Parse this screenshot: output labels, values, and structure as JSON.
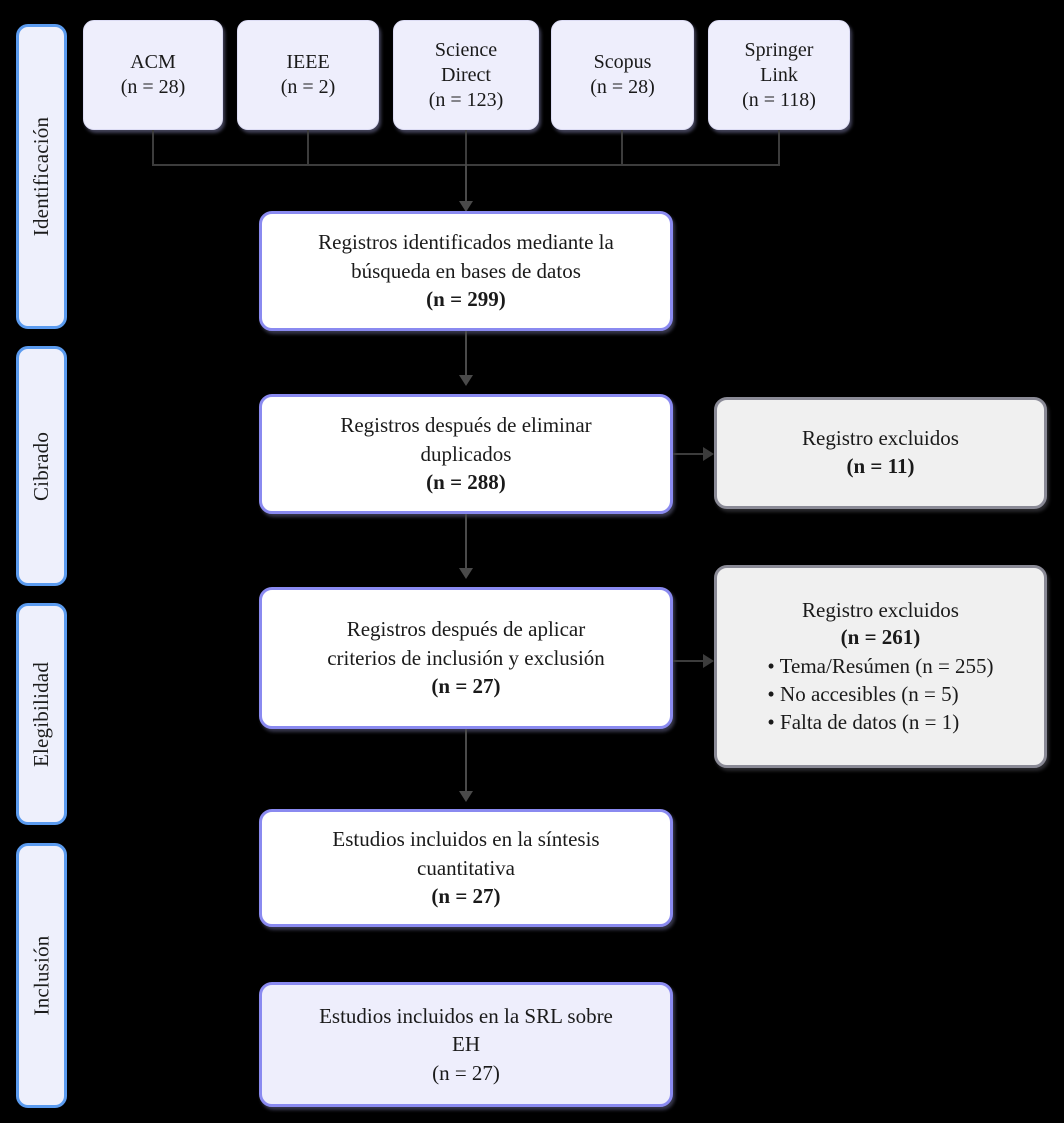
{
  "diagram": {
    "title": "PRISMA flow diagram",
    "language": "es",
    "background_color": "#000000",
    "colors": {
      "stage_fill": "#eef0fc",
      "stage_border": "#5b9bef",
      "source_fill": "#eeeefc",
      "flow_fill": "#ffffff",
      "flow_border": "#8a8af0",
      "excluded_fill": "#f0f0f0",
      "excluded_border": "#8a8a96",
      "connector": "#3c3c3c"
    }
  },
  "stages": [
    {
      "id": "identificacion",
      "label": "Identificación"
    },
    {
      "id": "cibrado",
      "label": "Cibrado"
    },
    {
      "id": "elegibilidad",
      "label": "Elegibilidad"
    },
    {
      "id": "inclusion",
      "label": "Inclusión"
    }
  ],
  "sources": [
    {
      "id": "acm",
      "name": "ACM",
      "name2": "",
      "count": "(n = 28)"
    },
    {
      "id": "ieee",
      "name": "IEEE",
      "name2": "",
      "count": "(n = 2)"
    },
    {
      "id": "science-direct",
      "name": "Science",
      "name2": "Direct",
      "count": "(n = 123)"
    },
    {
      "id": "scopus",
      "name": "Scopus",
      "name2": "",
      "count": "(n = 28)"
    },
    {
      "id": "springer-link",
      "name": "Springer",
      "name2": "Link",
      "count": "(n = 118)"
    }
  ],
  "flow": [
    {
      "id": "identificados",
      "line1": "Registros identificados mediante la",
      "line2": "búsqueda en bases de datos",
      "count": "(n = 299)",
      "count_bold": true,
      "tinted": false
    },
    {
      "id": "duplicados",
      "line1": "Registros después de eliminar",
      "line2": "duplicados",
      "count": "(n = 288)",
      "count_bold": true,
      "tinted": false
    },
    {
      "id": "criterios",
      "line1": "Registros después de aplicar",
      "line2": "criterios de inclusión y exclusión",
      "count": "(n = 27)",
      "count_bold": true,
      "tinted": false
    },
    {
      "id": "sintesis",
      "line1": "Estudios incluidos en la síntesis",
      "line2": "cuantitativa",
      "count": "(n = 27)",
      "count_bold": true,
      "tinted": false
    },
    {
      "id": "srl",
      "line1": "Estudios incluidos en la SRL sobre",
      "line2": "EH",
      "count": "(n = 27)",
      "count_bold": false,
      "tinted": true
    }
  ],
  "excluded": [
    {
      "id": "excluidos-duplicados",
      "title": "Registro excluidos",
      "count": "(n = 11)",
      "bullets": []
    },
    {
      "id": "excluidos-criterios",
      "title": "Registro excluidos",
      "count": "(n = 261)",
      "bullets": [
        "• Tema/Resúmen (n = 255)",
        "• No accesibles (n = 5)",
        "• Falta de datos (n = 1)"
      ]
    }
  ]
}
